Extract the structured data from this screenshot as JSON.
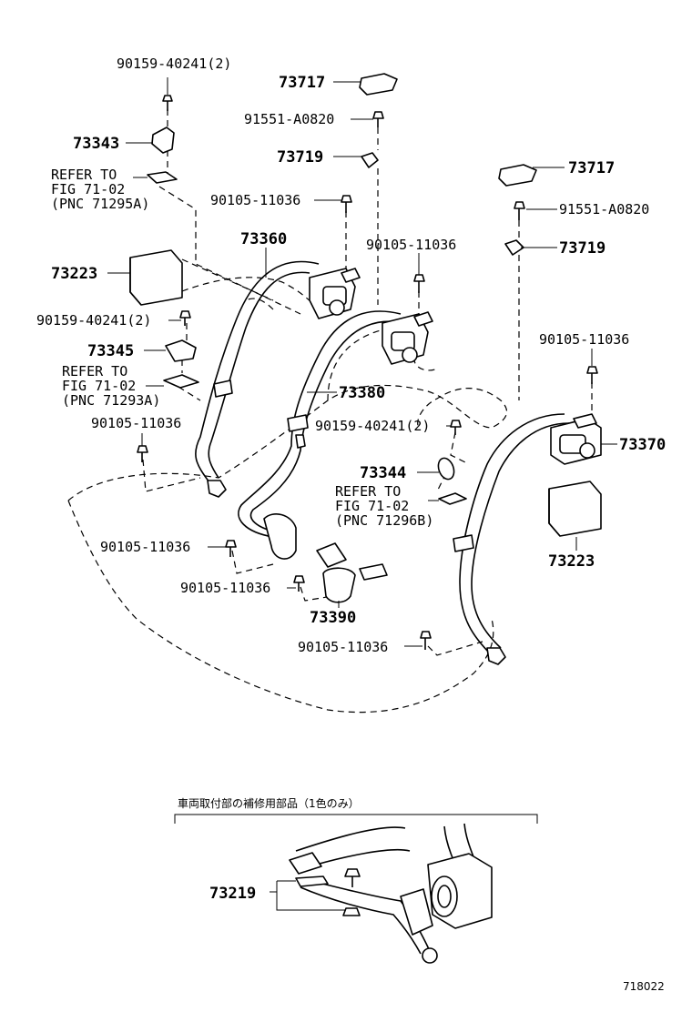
{
  "diagram_id": "718022",
  "inset_title": "車両取付部の補修用部品（1色のみ）",
  "labels": {
    "p73717_a": "73717",
    "p91551_a": "91551-A0820",
    "p73719_a": "73719",
    "p73717_b": "73717",
    "p91551_b": "91551-A0820",
    "p73719_b": "73719",
    "p90159_top": "90159-40241(2)",
    "p73343": "73343",
    "refer_1_a": "REFER TO",
    "refer_1_b": "FIG 71-02",
    "refer_1_c": "(PNC 71295A)",
    "p90105_a": "90105-11036",
    "p73360": "73360",
    "p90105_b": "90105-11036",
    "p73223_a": "73223",
    "p90159_mid": "90159-40241(2)",
    "p73345": "73345",
    "refer_2_a": "REFER TO",
    "refer_2_b": "FIG 71-02",
    "refer_2_c": "(PNC 71293A)",
    "p73380": "73380",
    "p90105_c": "90105-11036",
    "p90105_right": "90105-11036",
    "p73370": "73370",
    "p90159_low": "90159-40241(2)",
    "p73344": "73344",
    "refer_3_a": "REFER TO",
    "refer_3_b": "FIG 71-02",
    "refer_3_c": "(PNC 71296B)",
    "p90105_d": "90105-11036",
    "p73223_b": "73223",
    "p90105_e": "90105-11036",
    "p73390": "73390",
    "p90105_f": "90105-11036",
    "p73219": "73219"
  }
}
